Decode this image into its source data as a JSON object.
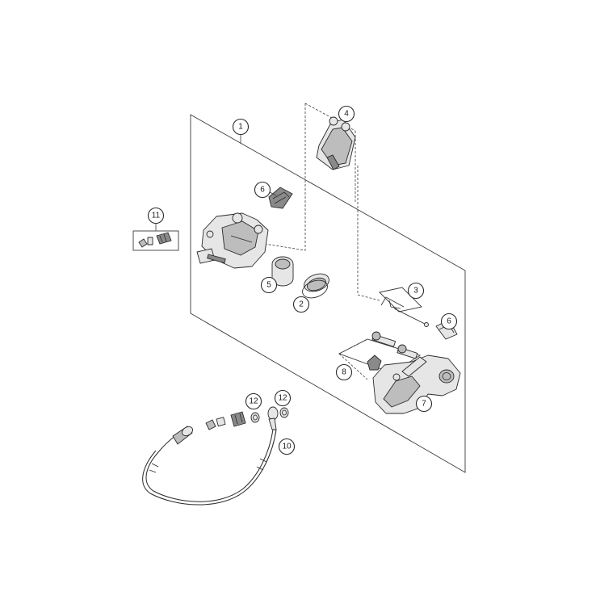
{
  "callouts": [
    {
      "id": "c1",
      "label": "1"
    },
    {
      "id": "c2",
      "label": "2"
    },
    {
      "id": "c3",
      "label": "3"
    },
    {
      "id": "c4",
      "label": "4"
    },
    {
      "id": "c5",
      "label": "5"
    },
    {
      "id": "c6a",
      "label": "6"
    },
    {
      "id": "c6b",
      "label": "6"
    },
    {
      "id": "c7",
      "label": "7"
    },
    {
      "id": "c8",
      "label": "8"
    },
    {
      "id": "c10",
      "label": "10"
    },
    {
      "id": "c11",
      "label": "11"
    },
    {
      "id": "c12a",
      "label": "12"
    },
    {
      "id": "c12b",
      "label": "12"
    }
  ]
}
